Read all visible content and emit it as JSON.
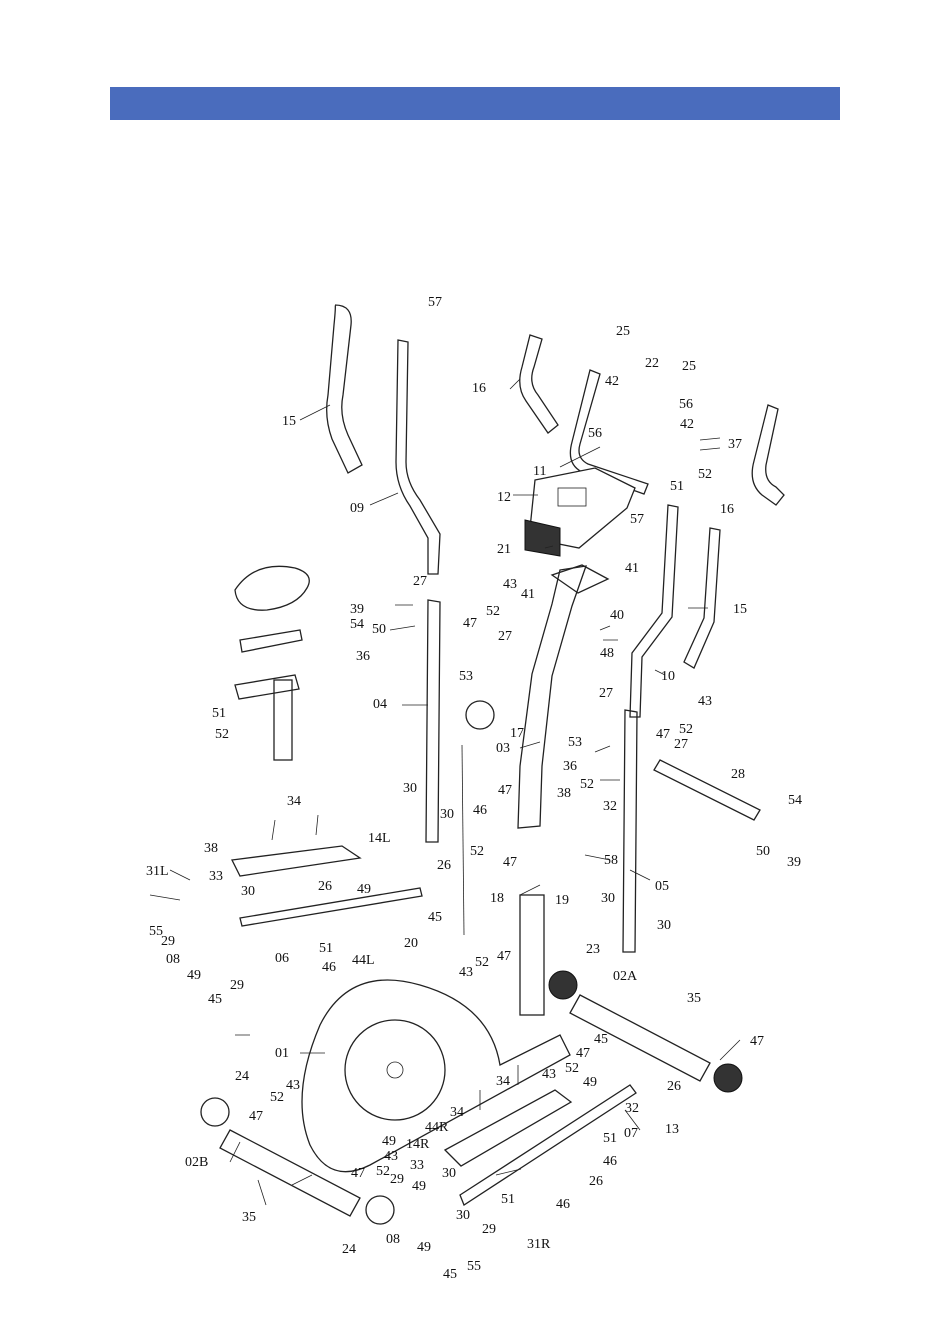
{
  "header": {
    "banner_color": "#4a6cbd"
  },
  "diagram": {
    "labels": [
      "57",
      "25",
      "22",
      "25",
      "16",
      "42",
      "56",
      "42",
      "56",
      "37",
      "15",
      "09",
      "11",
      "52",
      "16",
      "12",
      "51",
      "57",
      "21",
      "41",
      "43",
      "41",
      "27",
      "52",
      "39",
      "47",
      "54",
      "50",
      "40",
      "36",
      "27",
      "15",
      "53",
      "48",
      "10",
      "51",
      "52",
      "04",
      "17",
      "27",
      "43",
      "53",
      "52",
      "03",
      "47",
      "36",
      "27",
      "28",
      "54",
      "34",
      "30",
      "30",
      "47",
      "46",
      "52",
      "38",
      "32",
      "14L",
      "38",
      "52",
      "50",
      "39",
      "47",
      "58",
      "26",
      "31L",
      "33",
      "49",
      "30",
      "26",
      "18",
      "19",
      "45",
      "05",
      "55",
      "29",
      "08",
      "06",
      "30",
      "51",
      "20",
      "30",
      "46",
      "49",
      "29",
      "23",
      "02A",
      "45",
      "47",
      "44L",
      "43",
      "52",
      "35",
      "45",
      "01",
      "24",
      "43",
      "52",
      "47",
      "47",
      "52",
      "49",
      "26",
      "43",
      "47",
      "34",
      "34",
      "32",
      "13",
      "44R",
      "49",
      "07",
      "14R",
      "51",
      "02B",
      "43",
      "47",
      "52",
      "46",
      "33",
      "30",
      "26",
      "49",
      "29",
      "51",
      "46",
      "35",
      "30",
      "29",
      "08",
      "24",
      "49",
      "31R",
      "45",
      "55"
    ]
  }
}
